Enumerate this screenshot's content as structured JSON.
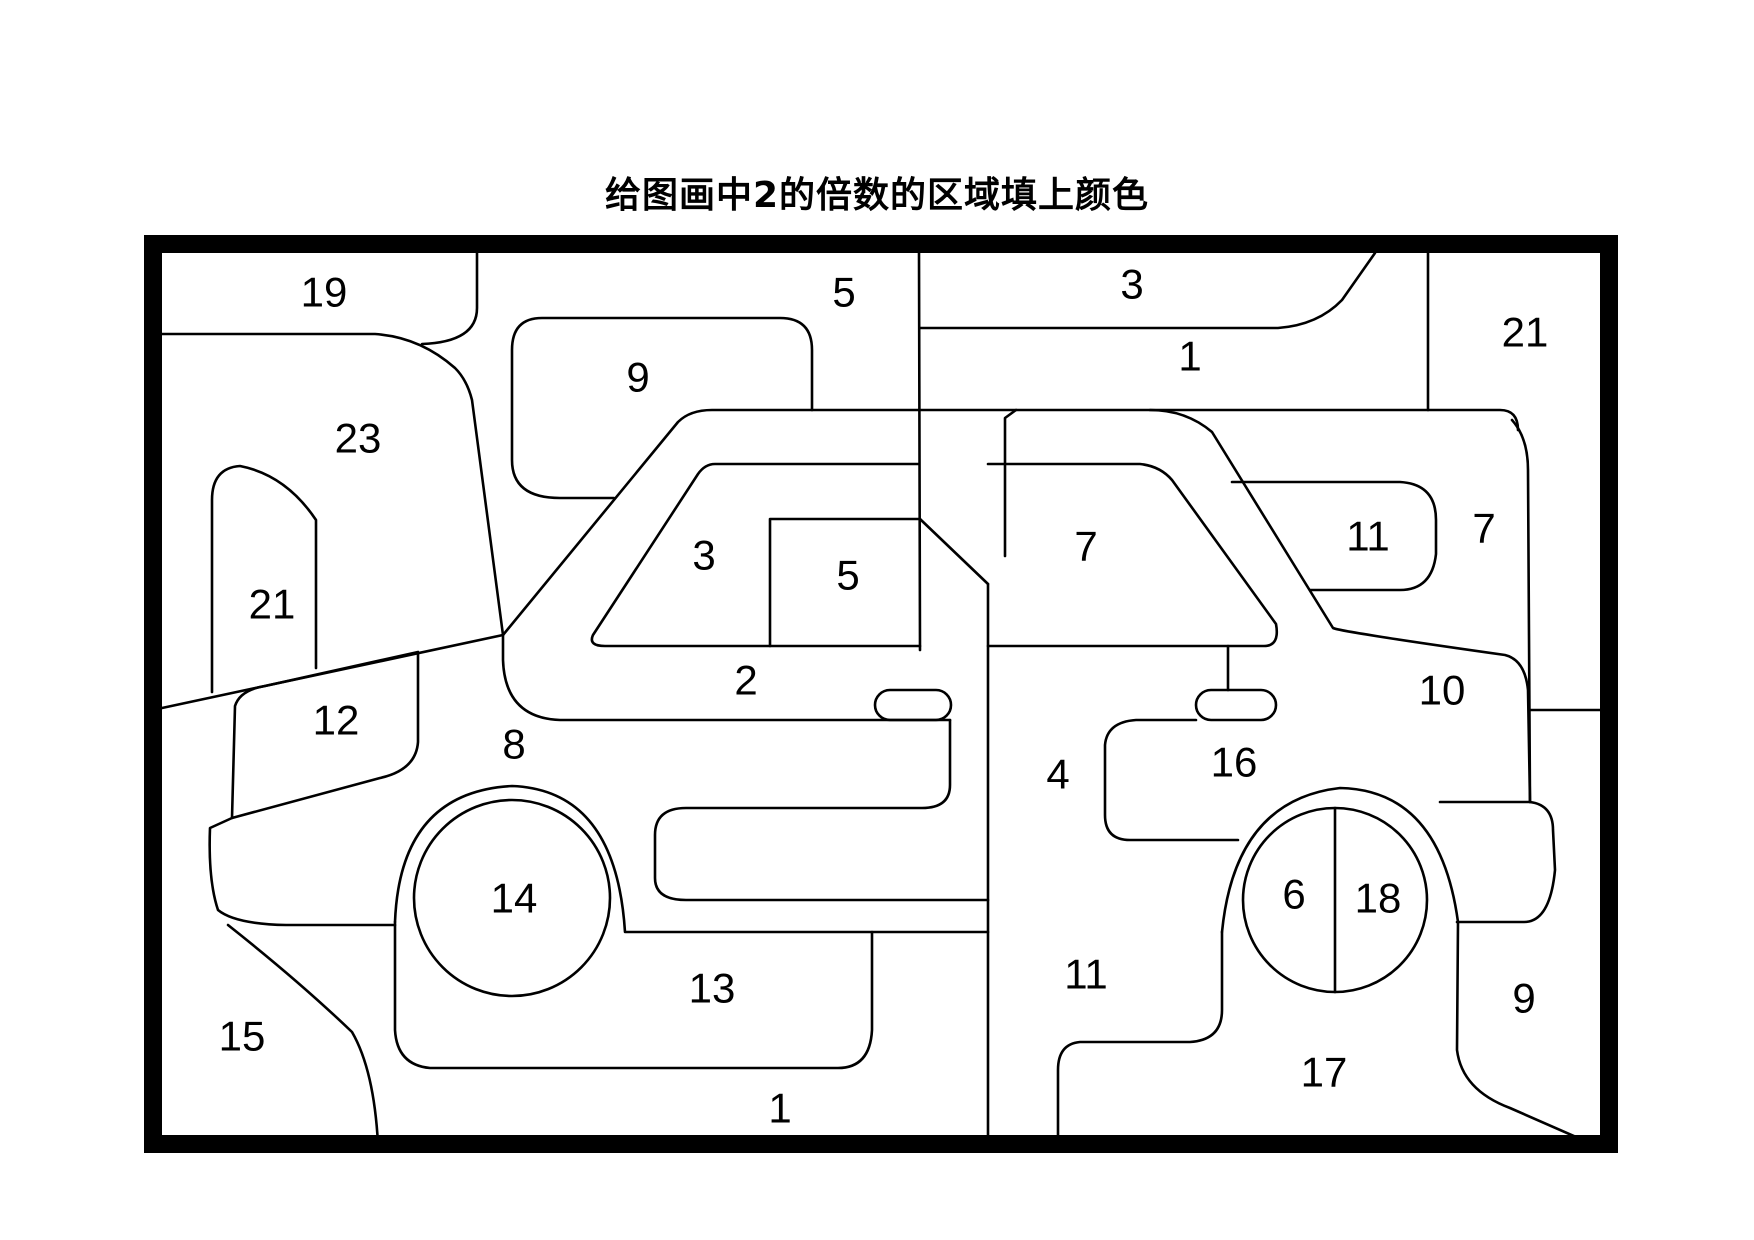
{
  "title": "给图画中2的倍数的区域填上颜色",
  "regions": [
    {
      "id": "r1",
      "number": "19"
    },
    {
      "id": "r2",
      "number": "5"
    },
    {
      "id": "r3",
      "number": "3"
    },
    {
      "id": "r4",
      "number": "1"
    },
    {
      "id": "r5",
      "number": "21"
    },
    {
      "id": "r6",
      "number": "9"
    },
    {
      "id": "r7",
      "number": "23"
    },
    {
      "id": "r8",
      "number": "21"
    },
    {
      "id": "r9",
      "number": "3"
    },
    {
      "id": "r10",
      "number": "5"
    },
    {
      "id": "r11",
      "number": "7"
    },
    {
      "id": "r12",
      "number": "11"
    },
    {
      "id": "r13",
      "number": "7"
    },
    {
      "id": "r14",
      "number": "2"
    },
    {
      "id": "r15",
      "number": "10"
    },
    {
      "id": "r16",
      "number": "12"
    },
    {
      "id": "r17",
      "number": "8"
    },
    {
      "id": "r18",
      "number": "4"
    },
    {
      "id": "r19",
      "number": "16"
    },
    {
      "id": "r20",
      "number": "14"
    },
    {
      "id": "r21",
      "number": "6"
    },
    {
      "id": "r22",
      "number": "18"
    },
    {
      "id": "r23",
      "number": "13"
    },
    {
      "id": "r24",
      "number": "11"
    },
    {
      "id": "r25",
      "number": "9"
    },
    {
      "id": "r26",
      "number": "15"
    },
    {
      "id": "r27",
      "number": "17"
    },
    {
      "id": "r28",
      "number": "1"
    }
  ]
}
